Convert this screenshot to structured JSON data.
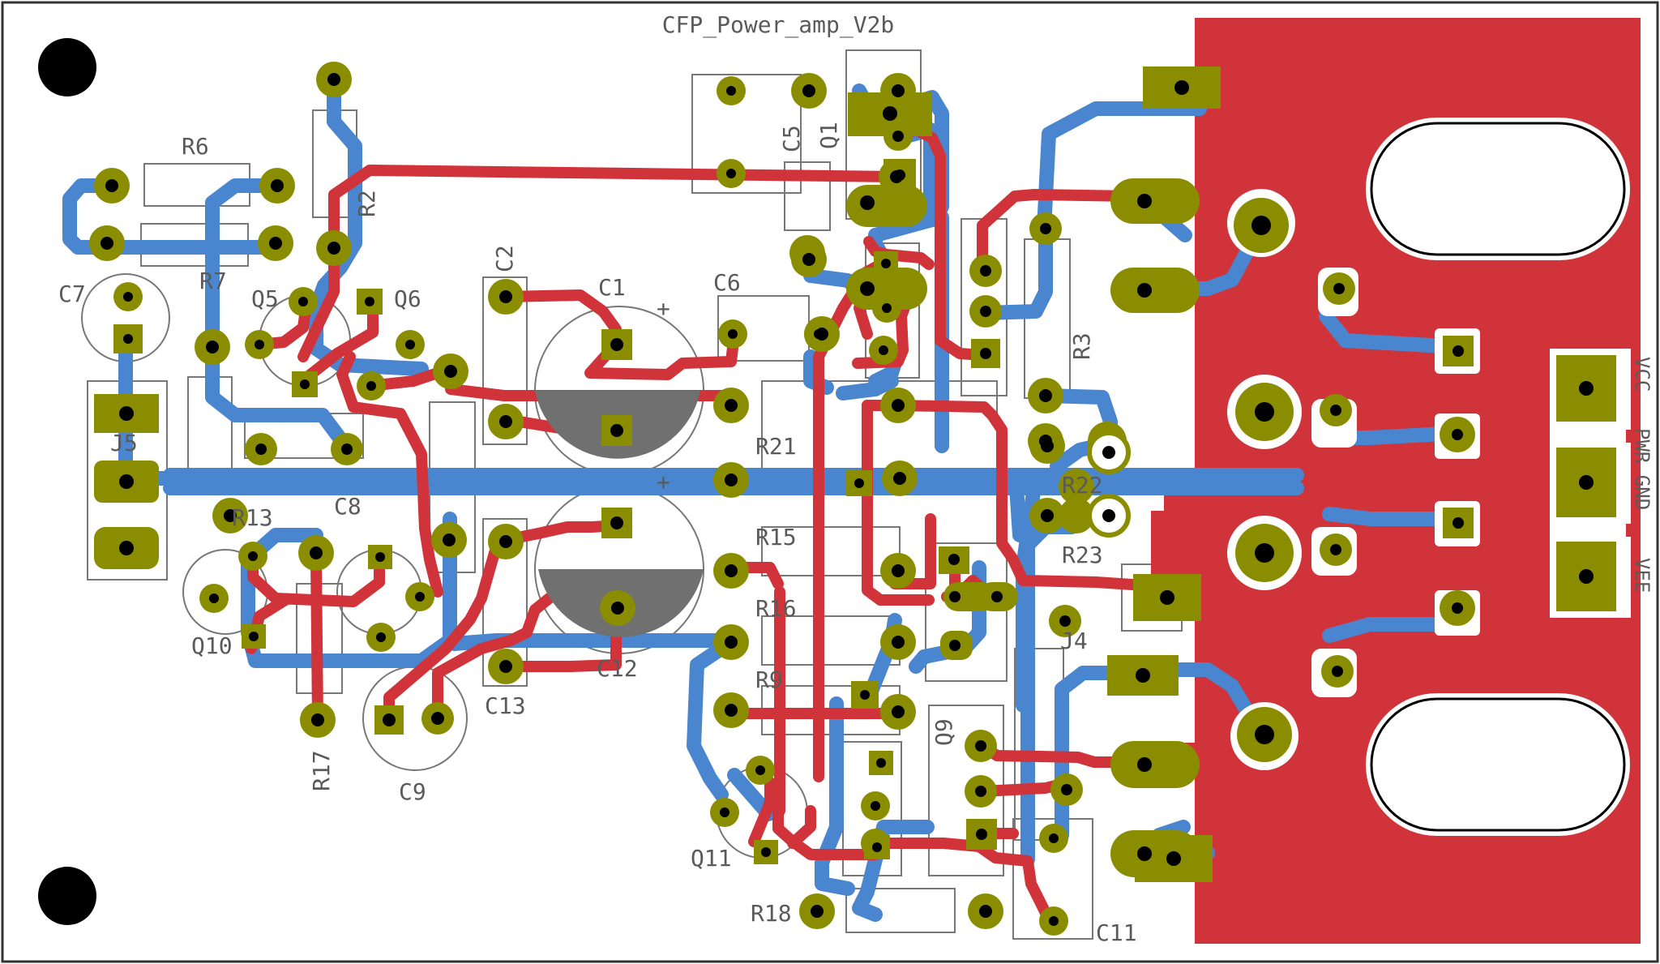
{
  "board": {
    "title": "CFP_Power_amp_V2b",
    "colors": {
      "background": "#ffffff",
      "outline": "#333333",
      "silk": "#6b6b6b",
      "top_copper": "#d0343a",
      "bottom_copper": "#4a86cf",
      "pad": "#8b8d00",
      "drill": "#000000",
      "keepout": "#ffffff",
      "cap_fill": "#707070"
    }
  },
  "labels": {
    "r6": "R6",
    "r7": "R7",
    "r2": "R2",
    "r3": "R3",
    "r9": "R9",
    "r13": "R13",
    "r15": "R15",
    "r16": "R16",
    "r17": "R17",
    "r18": "R18",
    "r21": "R21",
    "r22": "R22",
    "r23": "R23",
    "c1": "C1",
    "c2": "C2",
    "c5": "C5",
    "c6": "C6",
    "c7": "C7",
    "c8": "C8",
    "c9": "C9",
    "c11": "C11",
    "c12": "C12",
    "c13": "C13",
    "q1": "Q1",
    "q5": "Q5",
    "q6": "Q6",
    "q9": "Q9",
    "q10": "Q10",
    "q11": "Q11",
    "j4": "J4",
    "j5": "J5",
    "vcc": "VCC",
    "pwr_gnd": "PWR GND",
    "vee": "VEE",
    "plus1": "+",
    "plus2": "+"
  }
}
